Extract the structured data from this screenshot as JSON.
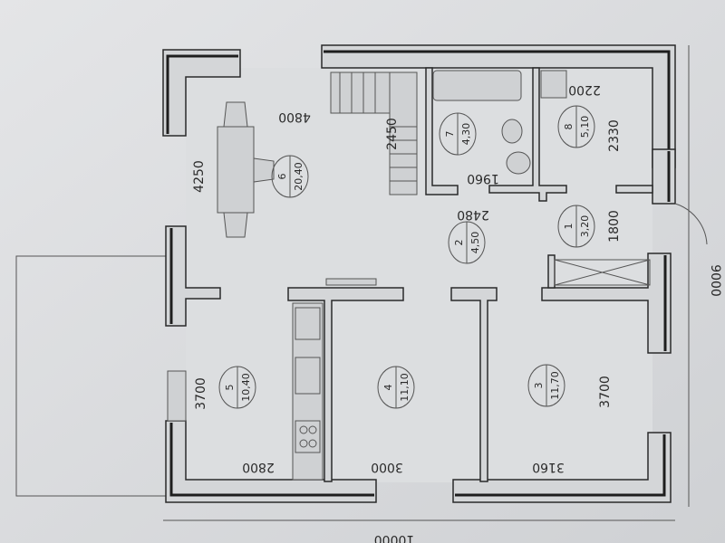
{
  "title": "Floor plan",
  "rooms": [
    {
      "number": "1",
      "area": "3,20"
    },
    {
      "number": "2",
      "area": "4,50"
    },
    {
      "number": "3",
      "area": "11,70"
    },
    {
      "number": "4",
      "area": "11,10"
    },
    {
      "number": "5",
      "area": "10,40"
    },
    {
      "number": "6",
      "area": "20,40"
    },
    {
      "number": "7",
      "area": "4,30"
    },
    {
      "number": "8",
      "area": "5,10"
    }
  ],
  "dimensions": {
    "d4800": "4800",
    "d4250": "4250",
    "d2450": "2450",
    "d1960": "1960",
    "d2200": "2200",
    "d2330": "2330",
    "d2480": "2480",
    "d1800": "1800",
    "d3700_left": "3700",
    "d3700_right": "3700",
    "d2800": "2800",
    "d3000": "3000",
    "d3160": "3160",
    "d9000": "9000",
    "d10000": "10000"
  }
}
